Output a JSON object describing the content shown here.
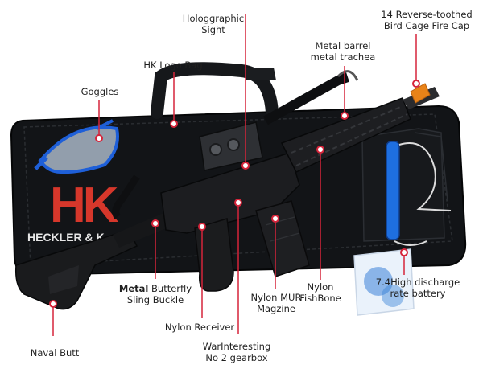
{
  "colors": {
    "accent_line": "#d6243a",
    "bag": "#121417",
    "logo_red": "#d6372b",
    "gun": "#1a1b1d",
    "goggles_blue": "#1e5fd8",
    "fire_cap": "#e98318",
    "battery_blue": "#1e6fe0",
    "bb_blue": "#3a82d8"
  },
  "bag_logo": {
    "mark": "HK",
    "text": "HECKLER & K"
  },
  "labels": {
    "holographic_sight": "Hologgraphic\nSight",
    "fire_cap": "14 Reverse-toothed\nBird Cage Fire Cap",
    "hk_logo_bag": "HK Logo Bag",
    "metal_barrel": "Metal barrel\nmetal trachea",
    "goggles": "Goggles",
    "butterfly_buckle_bold": "Metal",
    "butterfly_buckle_rest": " Butterfly\nSling Buckle",
    "nylon_receiver": "Nylon Receiver",
    "nylon_mur": "Nylon MUR\nMagzine",
    "nylon_fishbone": "Nylon\nFishBone",
    "battery": "7.4High discharge\nrate battery",
    "gearbox": "WarInteresting\nNo 2 gearbox",
    "naval_butt": "Naval Butt"
  },
  "icons": [
    "goggles-icon",
    "battery-icon",
    "bb-bag-icon"
  ]
}
